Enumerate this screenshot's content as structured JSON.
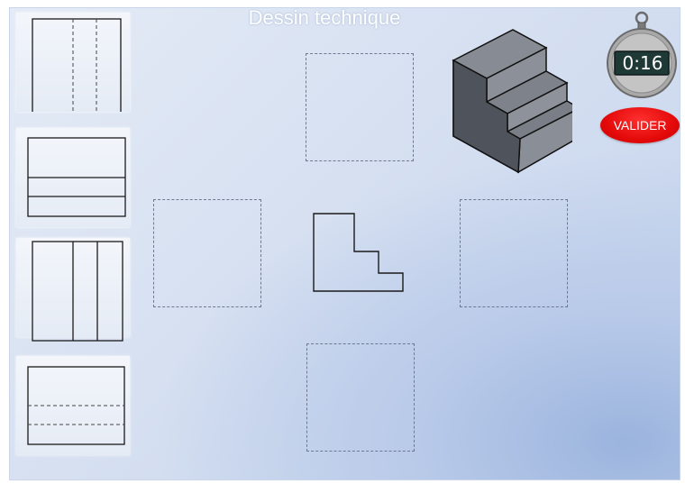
{
  "title": "Dessin technique",
  "timer": {
    "display": "0:16"
  },
  "validate_label": "VALIDER",
  "colors": {
    "validate_button": "#e40a0a",
    "timer_display": "#1f3a36",
    "slot_border": "#6e7890"
  },
  "draggable_views": [
    {
      "name": "view-vertical-dashed-lines"
    },
    {
      "name": "view-horizontal-solid-lines"
    },
    {
      "name": "view-vertical-solid-lines"
    },
    {
      "name": "view-horizontal-dashed-lines"
    }
  ],
  "drop_zones": [
    "top",
    "left",
    "right",
    "bottom"
  ]
}
